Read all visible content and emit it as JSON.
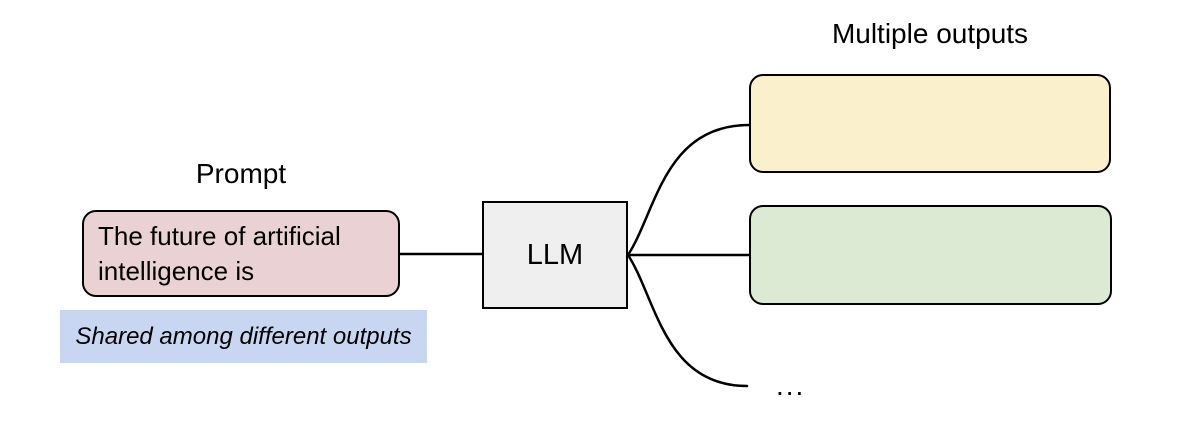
{
  "diagram": {
    "background": "#ffffff",
    "prompt": {
      "title": "Prompt",
      "text": "The future of artificial intelligence is",
      "box_fill": "#ead2d4",
      "note": "Shared among different outputs",
      "note_fill": "#c9d6f2"
    },
    "llm": {
      "label": "LLM",
      "fill": "#efefef"
    },
    "outputs": {
      "title": "Multiple outputs",
      "ellipsis": "...",
      "boxes": [
        {
          "name": "output-1",
          "fill": "#faf0cc",
          "text": ""
        },
        {
          "name": "output-2",
          "fill": "#dce9d3",
          "text": ""
        }
      ]
    },
    "connectors": {
      "color": "#000000",
      "stroke_width": 2.5,
      "links": [
        "prompt-to-llm",
        "llm-to-output-1",
        "llm-to-output-2",
        "llm-to-more-outputs"
      ]
    }
  }
}
